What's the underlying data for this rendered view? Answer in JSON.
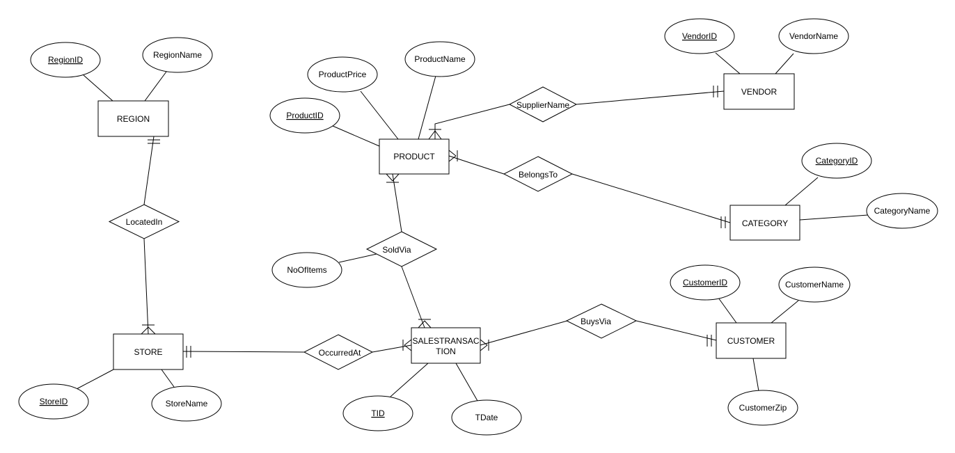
{
  "diagram": {
    "type": "entity-relationship",
    "entities": [
      {
        "id": "region",
        "label": "REGION"
      },
      {
        "id": "store",
        "label": "STORE"
      },
      {
        "id": "product",
        "label": "PRODUCT"
      },
      {
        "id": "vendor",
        "label": "VENDOR"
      },
      {
        "id": "category",
        "label": "CATEGORY"
      },
      {
        "id": "salestransaction",
        "label_lines": [
          "SALESTRANSAC",
          "TION"
        ]
      },
      {
        "id": "customer",
        "label": "CUSTOMER"
      }
    ],
    "relationships": [
      {
        "id": "locatedin",
        "label": "LocatedIn"
      },
      {
        "id": "suppliername",
        "label": "SupplierName"
      },
      {
        "id": "belongsto",
        "label": "BelongsTo"
      },
      {
        "id": "soldvia",
        "label": "SoldVia"
      },
      {
        "id": "occurredat",
        "label": "OccurredAt"
      },
      {
        "id": "buysvia",
        "label": "BuysVia"
      }
    ],
    "attributes": [
      {
        "id": "regionid",
        "label": "RegionID",
        "key": true
      },
      {
        "id": "regionname",
        "label": "RegionName",
        "key": false
      },
      {
        "id": "productprice",
        "label": "ProductPrice",
        "key": false
      },
      {
        "id": "productname",
        "label": "ProductName",
        "key": false
      },
      {
        "id": "productid",
        "label": "ProductID",
        "key": true
      },
      {
        "id": "vendorid",
        "label": "VendorID",
        "key": true
      },
      {
        "id": "vendorname",
        "label": "VendorName",
        "key": false
      },
      {
        "id": "categoryid",
        "label": "CategoryID",
        "key": true
      },
      {
        "id": "categoryname",
        "label": "CategoryName",
        "key": false
      },
      {
        "id": "noofitems",
        "label": "NoOfItems",
        "key": false
      },
      {
        "id": "customerid",
        "label": "CustomerID",
        "key": true
      },
      {
        "id": "customername",
        "label": "CustomerName",
        "key": false
      },
      {
        "id": "customerzip",
        "label": "CustomerZip",
        "key": false
      },
      {
        "id": "storeid",
        "label": "StoreID",
        "key": true
      },
      {
        "id": "storename",
        "label": "StoreName",
        "key": false
      },
      {
        "id": "tid",
        "label": "TID",
        "key": true
      },
      {
        "id": "tdate",
        "label": "TDate",
        "key": false
      }
    ],
    "connections": [
      {
        "from": "regionid",
        "to": "region"
      },
      {
        "from": "regionname",
        "to": "region"
      },
      {
        "from": "productprice",
        "to": "product"
      },
      {
        "from": "productname",
        "to": "product"
      },
      {
        "from": "productid",
        "to": "product"
      },
      {
        "from": "vendorid",
        "to": "vendor"
      },
      {
        "from": "vendorname",
        "to": "vendor"
      },
      {
        "from": "categoryid",
        "to": "category"
      },
      {
        "from": "categoryname",
        "to": "category"
      },
      {
        "from": "noofitems",
        "to": "soldvia"
      },
      {
        "from": "customerid",
        "to": "customer"
      },
      {
        "from": "customername",
        "to": "customer"
      },
      {
        "from": "customerzip",
        "to": "customer"
      },
      {
        "from": "storeid",
        "to": "store"
      },
      {
        "from": "storename",
        "to": "store"
      },
      {
        "from": "tid",
        "to": "salestransaction"
      },
      {
        "from": "tdate",
        "to": "salestransaction"
      },
      {
        "from": "region",
        "to": "locatedin",
        "cardinality": "one-mandatory"
      },
      {
        "from": "locatedin",
        "to": "store",
        "cardinality": "many-mandatory"
      },
      {
        "from": "product",
        "to": "suppliername",
        "cardinality": "many-mandatory"
      },
      {
        "from": "suppliername",
        "to": "vendor",
        "cardinality": "one-mandatory"
      },
      {
        "from": "product",
        "to": "belongsto",
        "cardinality": "many-mandatory"
      },
      {
        "from": "belongsto",
        "to": "category",
        "cardinality": "one-mandatory"
      },
      {
        "from": "product",
        "to": "soldvia",
        "cardinality": "many-mandatory"
      },
      {
        "from": "soldvia",
        "to": "salestransaction",
        "cardinality": "many-mandatory"
      },
      {
        "from": "store",
        "to": "occurredat",
        "cardinality": "one-mandatory"
      },
      {
        "from": "occurredat",
        "to": "salestransaction",
        "cardinality": "many-mandatory"
      },
      {
        "from": "salestransaction",
        "to": "buysvia",
        "cardinality": "many-mandatory"
      },
      {
        "from": "buysvia",
        "to": "customer",
        "cardinality": "one-mandatory"
      }
    ]
  }
}
